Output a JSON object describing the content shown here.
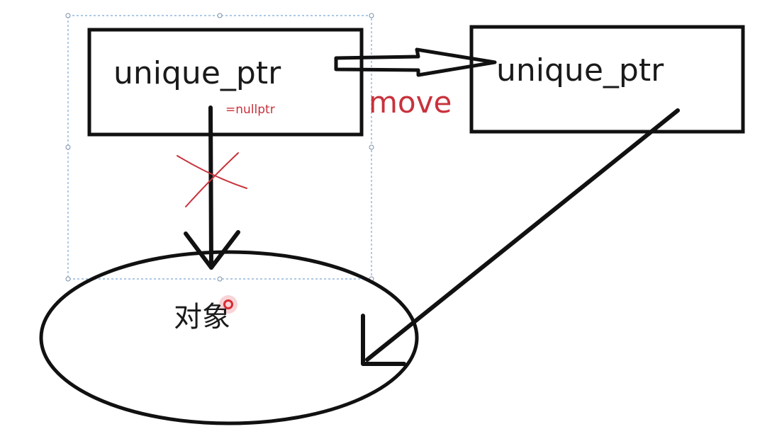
{
  "diagram": {
    "left_box": {
      "label": "unique_ptr",
      "note": "=nullptr"
    },
    "right_box": {
      "label": "unique_ptr"
    },
    "transfer": {
      "label": "move"
    },
    "object": {
      "label": "对象"
    }
  },
  "colors": {
    "ink": "#111111",
    "annotation": "#c8323c",
    "selection_outline": "#7aa6d6"
  }
}
